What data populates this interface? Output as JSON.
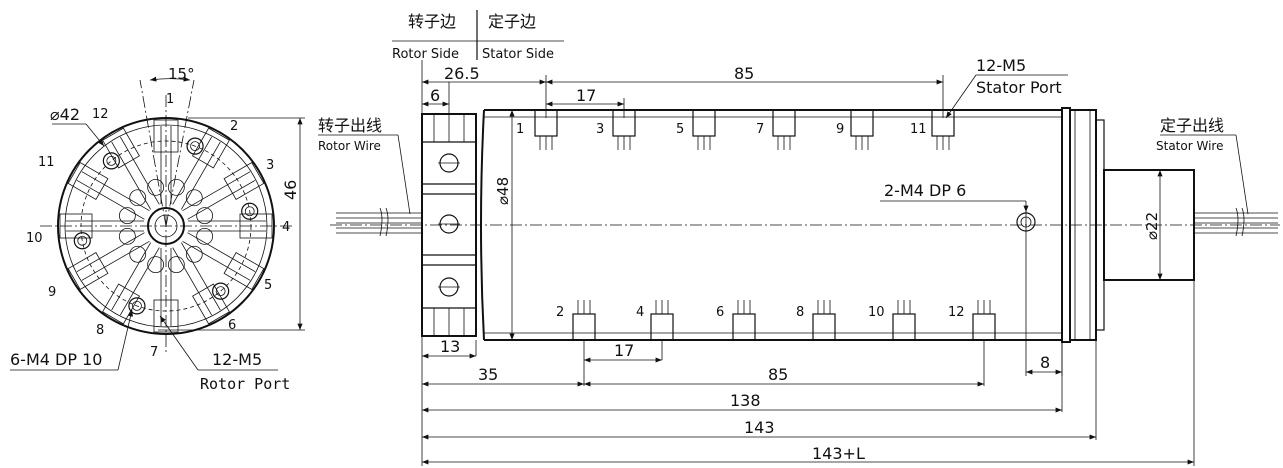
{
  "end_view": {
    "angle_label": "15°",
    "diameter_label": "⌀42",
    "height_label": "46",
    "positions": [
      "1",
      "2",
      "3",
      "4",
      "5",
      "6",
      "7",
      "8",
      "9",
      "10",
      "11",
      "12"
    ],
    "mount_label": "6-M4 DP 10",
    "port_label": "12-M5",
    "port_caption": "Rotor Port"
  },
  "side_view": {
    "rotor_side_cn": "转子边",
    "stator_side_cn": "定子边",
    "rotor_side_en": "Rotor Side",
    "stator_side_en": "Stator Side",
    "rotor_wire_cn": "转子出线",
    "rotor_wire_en": "Rotor Wire",
    "stator_wire_cn": "定子出线",
    "stator_wire_en": "Stator Wire",
    "stator_port_count": "12-M5",
    "stator_port_caption": "Stator Port",
    "hole_label": "2-M4 DP 6",
    "body_diameter": "⌀48",
    "tail_diameter": "⌀22",
    "top_ports": [
      "1",
      "3",
      "5",
      "7",
      "9",
      "11"
    ],
    "bottom_ports": [
      "2",
      "4",
      "6",
      "8",
      "10",
      "12"
    ]
  },
  "dimensions": {
    "d_26_5": "26.5",
    "d_85_top": "85",
    "d_6": "6",
    "d_17_top": "17",
    "d_13": "13",
    "d_17_bottom": "17",
    "d_8": "8",
    "d_35": "35",
    "d_85_bottom": "85",
    "d_138": "138",
    "d_143": "143",
    "d_143L": "143+L"
  }
}
